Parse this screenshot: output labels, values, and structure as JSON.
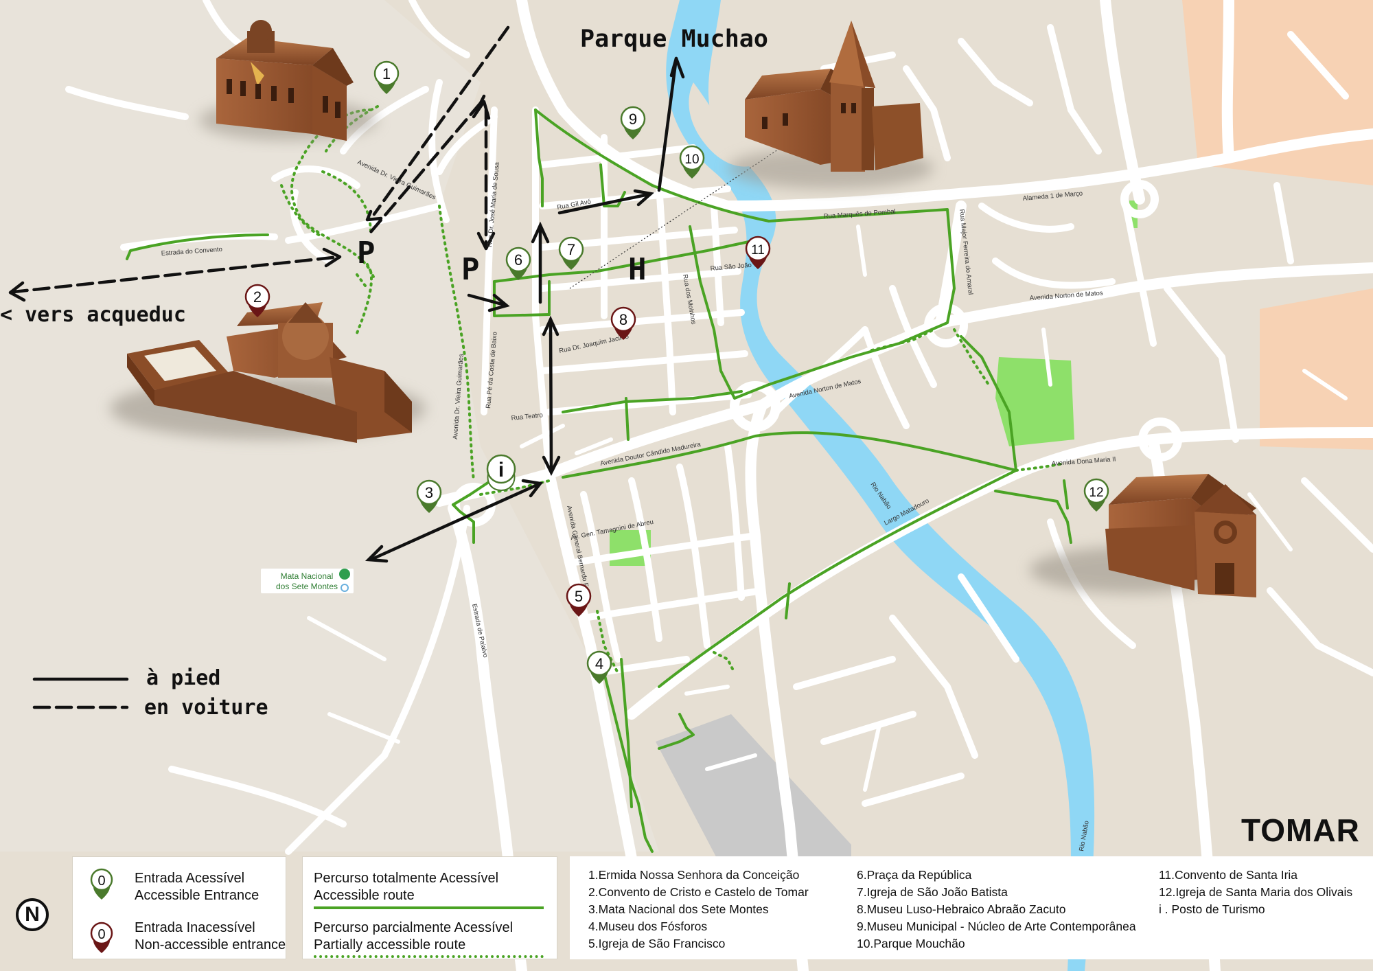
{
  "map_title": "TOMAR",
  "park_label": "Parque Muchao",
  "aqueduct_label": "< vers acqueduc",
  "parking_letter": "P",
  "hospital_letter": "H",
  "info_letter": "i",
  "mata_label_1": "Mata Nacional",
  "mata_label_2": "dos Sete Montes",
  "north_letter": "N",
  "mode_legend": {
    "walk": "à pied",
    "drive": "en voiture"
  },
  "markers": [
    {
      "num": "1",
      "accessible": true
    },
    {
      "num": "2",
      "accessible": false
    },
    {
      "num": "3",
      "accessible": true
    },
    {
      "num": "4",
      "accessible": true
    },
    {
      "num": "5",
      "accessible": false
    },
    {
      "num": "6",
      "accessible": true
    },
    {
      "num": "7",
      "accessible": true
    },
    {
      "num": "8",
      "accessible": false
    },
    {
      "num": "9",
      "accessible": true
    },
    {
      "num": "10",
      "accessible": true
    },
    {
      "num": "11",
      "accessible": false
    },
    {
      "num": "12",
      "accessible": true
    }
  ],
  "streets": [
    "Estrada do Convento",
    "Avenida Dr. Vieira Guimarães",
    "Rua Dr. José Maria de Sousa",
    "Rua Gil Avó",
    "Rua Pé da Costa de Baixo",
    "Rua Teatro",
    "Rua Dr. Joaquim Jacinto",
    "Rua São João",
    "Rua dos Moinhos",
    "Rua Marquês de Pombal",
    "Alameda 1 de Março",
    "Rua Major Ferreira do Amaral",
    "Avenida Norton de Matos",
    "Avenida Norton de Matos",
    "Avenida Doutor Cândido Madureira",
    "Av. Gen. Tamagnini de Abreu",
    "Avenida General Bernardo Faria",
    "Estrada de Paialvo",
    "Largo Matadouro",
    "Avenida Dona Maria II",
    "Rio Nabão",
    "Rio Nabão",
    "Avenida Dr. Vieira Guimarães"
  ],
  "legend": {
    "marker_sample": "0",
    "accessible_pt": "Entrada Acessível",
    "accessible_en": "Accessible Entrance",
    "inaccessible_pt": "Entrada Inacessível",
    "inaccessible_en": "Non-accessible entrance",
    "route_full_pt": "Percurso totalmente Acessível",
    "route_full_en": "Accessible route",
    "route_partial_pt": "Percurso parcialmente Acessível",
    "route_partial_en": "Partially accessible route"
  },
  "places_col1": [
    "1.Ermida Nossa Senhora da Conceição",
    "2.Convento de Cristo e Castelo de Tomar",
    "3.Mata Nacional dos Sete Montes",
    "4.Museu dos Fósforos",
    "5.Igreja de São Francisco"
  ],
  "places_col2": [
    "6.Praça da República",
    "7.Igreja de São João Batista",
    "8.Museu Luso-Hebraico Abraão Zacuto",
    "9.Museu Municipal - Núcleo de Arte Contemporânea",
    "10.Parque Mouchão"
  ],
  "places_col3": [
    "11.Convento de Santa Iria",
    "12.Igreja de Santa Maria dos Olivais",
    "i . Posto de Turismo"
  ],
  "colors": {
    "land": "#e6dfd3",
    "road": "#ffffff",
    "river": "#8fd7f5",
    "park": "#8ee06a",
    "urban_zone": "#f7d2b4",
    "route_green": "#4aa324",
    "marker_green": "#4a7a2c",
    "marker_red": "#6a1616",
    "building": "#9a5a33"
  }
}
